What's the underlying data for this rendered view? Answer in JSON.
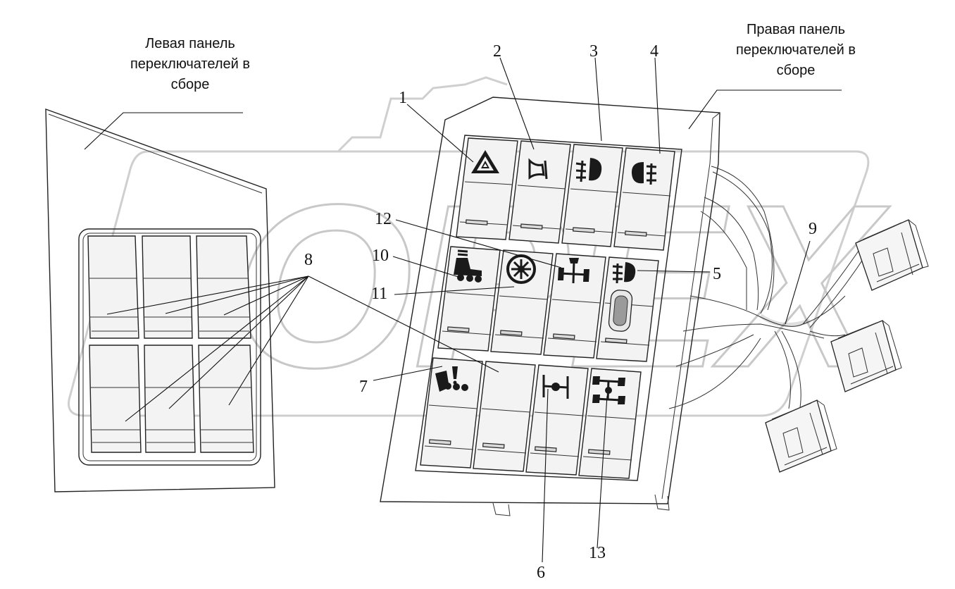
{
  "captions": {
    "left_panel_line1": "Левая панель",
    "left_panel_line2": "переключателей в",
    "left_panel_line3": "сборе",
    "right_panel_line1": "Правая панель",
    "right_panel_line2": "переключателей в",
    "right_panel_line3": "сборе"
  },
  "callouts": {
    "c1": "1",
    "c2": "2",
    "c3": "3",
    "c4": "4",
    "c5": "5",
    "c6": "6",
    "c7": "7",
    "c8": "8",
    "c9": "9",
    "c10": "10",
    "c11": "11",
    "c12": "12",
    "c13": "13"
  },
  "watermark": {
    "text": "OPEX"
  },
  "icons": {
    "b1": "hazard-warning-icon",
    "b2": "horn-icon",
    "b3": "front-fog-light-icon",
    "b4": "rear-fog-light-icon",
    "b5": "work-light-icon",
    "b6": "interaxle-lock-icon",
    "b7": "trailer-brake-warning-icon",
    "b10": "trailer-tipper-icon",
    "b11": "differential-lock-icon",
    "b12": "axle-lock-icon",
    "b13": "cross-axle-lock-icon"
  },
  "colors": {
    "line": "#222222",
    "watermark": "#c8c8c8",
    "symbol": "#1a1a1a"
  }
}
